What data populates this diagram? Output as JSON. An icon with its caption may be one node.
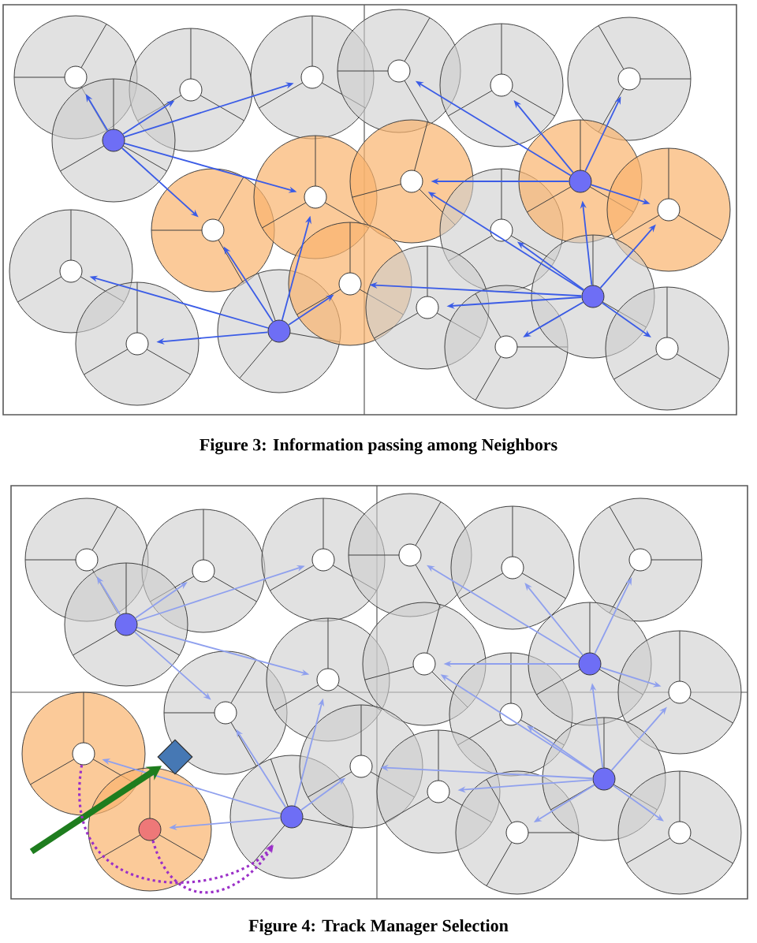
{
  "diagram": {
    "nodes": [
      {
        "text": [],
        "shape": "circle"
      },
      {
        "text": [],
        "shape": "circle"
      },
      {
        "text": [],
        "shape": "circle"
      },
      {
        "text": [],
        "shape": "circle"
      },
      {
        "text": [],
        "shape": "circle"
      },
      {
        "text": [],
        "shape": "circle"
      },
      {
        "text": [],
        "shape": "circle"
      },
      {
        "text": [],
        "shape": "circle"
      },
      {
        "text": [],
        "shape": "circle"
      },
      {
        "text": [],
        "shape": "circle"
      },
      {
        "text": [],
        "shape": "circle"
      },
      {
        "text": [],
        "shape": "circle"
      },
      {
        "text": [],
        "shape": "circle"
      },
      {
        "text": [],
        "shape": "circle"
      },
      {
        "text": [],
        "shape": "circle"
      },
      {
        "text": [],
        "shape": "circle"
      },
      {
        "text": [],
        "shape": "circle"
      },
      {
        "text": [],
        "shape": "circle"
      },
      {
        "text": [],
        "shape": "circle"
      },
      {
        "text": [],
        "shape": "circle"
      },
      {
        "text": [],
        "shape": "circle"
      },
      {
        "text": [],
        "shape": "circle"
      },
      {
        "text": [],
        "shape": "circle"
      },
      {
        "text": [],
        "shape": "circle"
      },
      {
        "text": [],
        "shape": "circle"
      },
      {
        "text": [],
        "shape": "circle"
      },
      {
        "text": [],
        "shape": "circle"
      },
      {
        "text": [],
        "shape": "circle"
      },
      {
        "text": [],
        "shape": "circle"
      },
      {
        "text": [],
        "shape": "circle"
      },
      {
        "text": [],
        "shape": "circle"
      },
      {
        "text": [],
        "shape": "circle"
      },
      {
        "text": [],
        "shape": "circle"
      },
      {
        "text": [],
        "shape": "circle"
      },
      {
        "text": [],
        "shape": "circle"
      },
      {
        "text": [],
        "shape": "diamond"
      },
      {
        "text": [],
        "shape": "circle"
      },
      {
        "text": [],
        "shape": "circle"
      },
      {
        "text": [],
        "shape": "circle"
      },
      {
        "text": [],
        "shape": "circle"
      },
      {
        "text": [],
        "shape": "circle"
      },
      {
        "text": [],
        "shape": "circle"
      },
      {
        "text": [],
        "shape": "circle"
      }
    ],
    "edges": [
      {
        "from": 6,
        "to": 0,
        "arrow": "to"
      },
      {
        "from": 6,
        "to": 1,
        "arrow": "to"
      },
      {
        "from": 6,
        "to": 2,
        "arrow": "to"
      },
      {
        "from": 6,
        "to": 8,
        "arrow": "to"
      },
      {
        "from": 6,
        "to": 7,
        "arrow": "to"
      },
      {
        "from": 11,
        "to": 9,
        "arrow": "to"
      },
      {
        "from": 11,
        "to": 4,
        "arrow": "to"
      },
      {
        "from": 11,
        "to": 5,
        "arrow": "to"
      },
      {
        "from": 11,
        "to": 12,
        "arrow": "to"
      },
      {
        "from": 11,
        "to": 3,
        "arrow": "to"
      },
      {
        "from": 19,
        "to": 11,
        "arrow": "to"
      },
      {
        "from": 19,
        "to": 12,
        "arrow": "to"
      },
      {
        "from": 19,
        "to": 20,
        "arrow": "to"
      },
      {
        "from": 19,
        "to": 18,
        "arrow": "to"
      },
      {
        "from": 19,
        "to": 17,
        "arrow": "to"
      },
      {
        "from": 19,
        "to": 16,
        "arrow": "to"
      },
      {
        "from": 19,
        "to": 9,
        "arrow": "to"
      },
      {
        "from": 19,
        "to": 10,
        "arrow": "to"
      },
      {
        "from": 15,
        "to": 7,
        "arrow": "to"
      },
      {
        "from": 15,
        "to": 8,
        "arrow": "to"
      },
      {
        "from": 15,
        "to": 16,
        "arrow": "to"
      },
      {
        "from": 15,
        "to": 13,
        "arrow": "to"
      },
      {
        "from": 15,
        "to": 14,
        "arrow": "to"
      },
      {
        "from": 27,
        "to": 21,
        "arrow": "to",
        "color": "#8fa0ee"
      },
      {
        "from": 27,
        "to": 22,
        "arrow": "to",
        "color": "#8fa0ee"
      },
      {
        "from": 27,
        "to": 23,
        "arrow": "to",
        "color": "#8fa0ee"
      },
      {
        "from": 27,
        "to": 29,
        "arrow": "to",
        "color": "#8fa0ee"
      },
      {
        "from": 27,
        "to": 28,
        "arrow": "to",
        "color": "#8fa0ee"
      },
      {
        "from": 32,
        "to": 30,
        "arrow": "to",
        "color": "#8fa0ee"
      },
      {
        "from": 32,
        "to": 25,
        "arrow": "to",
        "color": "#8fa0ee"
      },
      {
        "from": 32,
        "to": 26,
        "arrow": "to",
        "color": "#8fa0ee"
      },
      {
        "from": 32,
        "to": 33,
        "arrow": "to",
        "color": "#8fa0ee"
      },
      {
        "from": 32,
        "to": 24,
        "arrow": "to",
        "color": "#8fa0ee"
      },
      {
        "from": 41,
        "to": 32,
        "arrow": "to",
        "color": "#8fa0ee"
      },
      {
        "from": 41,
        "to": 33,
        "arrow": "to",
        "color": "#8fa0ee"
      },
      {
        "from": 41,
        "to": 42,
        "arrow": "to",
        "color": "#8fa0ee"
      },
      {
        "from": 41,
        "to": 40,
        "arrow": "to",
        "color": "#8fa0ee"
      },
      {
        "from": 41,
        "to": 39,
        "arrow": "to",
        "color": "#8fa0ee"
      },
      {
        "from": 41,
        "to": 38,
        "arrow": "to",
        "color": "#8fa0ee"
      },
      {
        "from": 41,
        "to": 30,
        "arrow": "to",
        "color": "#8fa0ee"
      },
      {
        "from": 41,
        "to": 31,
        "arrow": "to",
        "color": "#8fa0ee"
      },
      {
        "from": 37,
        "to": 28,
        "arrow": "to",
        "color": "#8fa0ee"
      },
      {
        "from": 37,
        "to": 29,
        "arrow": "to",
        "color": "#8fa0ee"
      },
      {
        "from": 37,
        "to": 38,
        "arrow": "to",
        "color": "#8fa0ee"
      },
      {
        "from": 37,
        "to": 36,
        "arrow": "to",
        "color": "#8fa0ee"
      },
      {
        "from": 37,
        "to": 34,
        "arrow": "to",
        "color": "#8fa0ee"
      },
      {
        "from": null,
        "to": 35,
        "arrow": "to",
        "style": "thick",
        "color": "#1e7d1e"
      },
      {
        "from": 34,
        "to": 37,
        "arrow": "to",
        "style": "dashed",
        "color": "#9b30c8"
      },
      {
        "from": 36,
        "to": 37,
        "arrow": "to",
        "style": "dashed",
        "color": "#9b30c8"
      }
    ],
    "labels": [
      "Figure 3: Information passing among Neighbors",
      "Figure 4: Track Manager Selection"
    ]
  }
}
